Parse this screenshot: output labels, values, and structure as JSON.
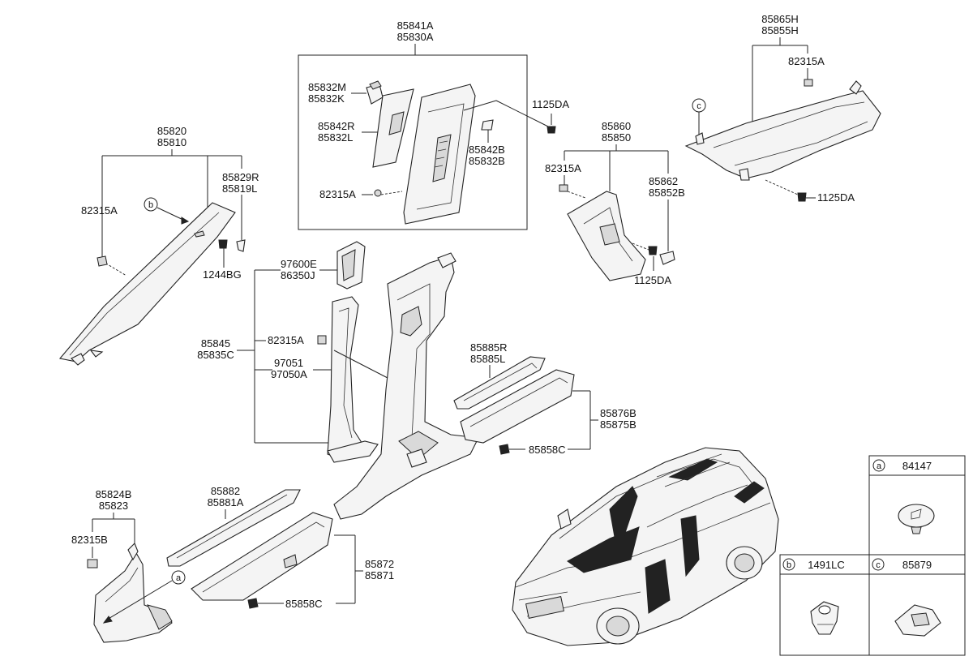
{
  "callouts": {
    "top_center": [
      "85841A",
      "85830A"
    ],
    "box_left_upper": [
      "85832M",
      "85832K"
    ],
    "box_left_mid": [
      "85842R",
      "85832L"
    ],
    "box_right": [
      "85842B",
      "85832B"
    ],
    "box_bottom": "82315A",
    "top_center_right": "1125DA",
    "a_pillar": [
      "85820",
      "85810"
    ],
    "a_pillar_clip": "82315A",
    "a_pillar_tether": [
      "85829R",
      "85819L"
    ],
    "a_pillar_bolt": "1244BG",
    "d_pillar": [
      "85865H",
      "85855H"
    ],
    "d_pillar_clip": "82315A",
    "d_pillar_bolt": "1125DA",
    "c_pillar": [
      "85860",
      "85850"
    ],
    "c_pillar_clip": "82315A",
    "c_pillar_cover": [
      "85862",
      "85852B"
    ],
    "c_pillar_bolt": "1125DA",
    "b_pillar_upper": [
      "97600E",
      "86350J"
    ],
    "b_pillar_assy": [
      "85845",
      "85835C"
    ],
    "b_pillar_clip": "82315A",
    "b_pillar_belt": [
      "97051",
      "97050A"
    ],
    "rear_scuff_upper": [
      "85885R",
      "85885L"
    ],
    "rear_scuff": [
      "85876B",
      "85875B"
    ],
    "rear_scuff_clip": "85858C",
    "front_scuff_upper": [
      "85882",
      "85881A"
    ],
    "front_scuff": [
      "85872",
      "85871"
    ],
    "front_scuff_clip": "85858C",
    "cowl_side": [
      "85824B",
      "85823"
    ],
    "cowl_clip": "82315B"
  },
  "ref_markers": {
    "a": "a",
    "b": "b",
    "c": "c"
  },
  "legend": {
    "a": {
      "letter": "a",
      "part": "84147"
    },
    "b": {
      "letter": "b",
      "part": "1491LC"
    },
    "c": {
      "letter": "c",
      "part": "85879"
    }
  }
}
